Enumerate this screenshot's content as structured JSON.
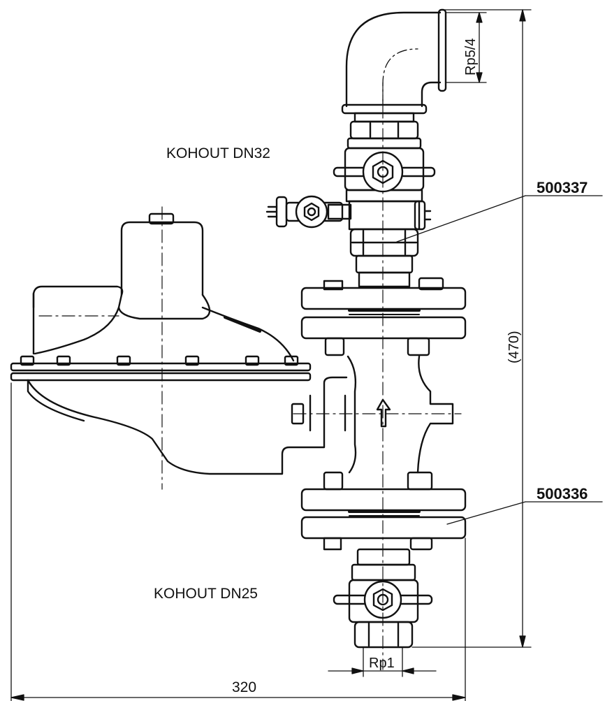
{
  "labels": {
    "valve_top": "KOHOUT DN32",
    "valve_bottom": "KOHOUT DN25",
    "part_top": "500337",
    "part_bottom": "500336"
  },
  "dimensions": {
    "thread_top": "Rp5/4",
    "thread_bottom": "Rp1",
    "height": "(470)",
    "width": "320"
  }
}
